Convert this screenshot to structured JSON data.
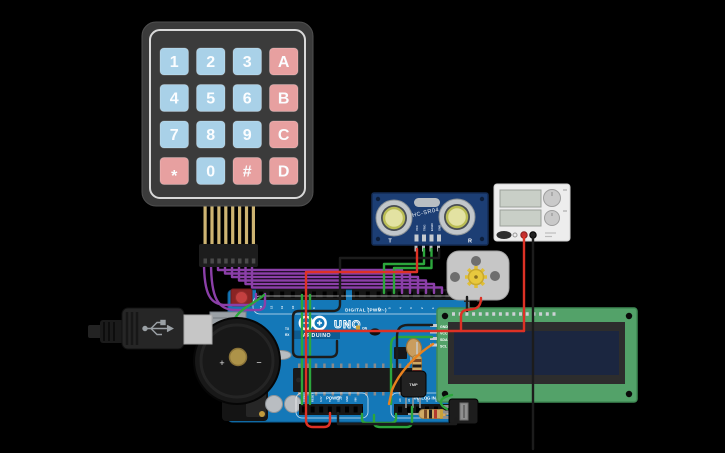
{
  "keypad": {
    "keys": [
      "1",
      "2",
      "3",
      "A",
      "4",
      "5",
      "6",
      "B",
      "7",
      "8",
      "9",
      "C",
      "*",
      "0",
      "#",
      "D"
    ]
  },
  "arduino": {
    "digital_section_label": "DIGITAL (PWM~)",
    "brand": "UNO",
    "logo_text": "ARDUINO",
    "tx": "TX",
    "rx": "RX",
    "on_label": "ON",
    "power_section_label": "POWER",
    "analog_section_label": "ANALOG IN",
    "digital_pins": [
      "13",
      "12",
      "11",
      "10",
      "9",
      "8",
      "7",
      "6",
      "5",
      "4",
      "3",
      "2",
      "1",
      "0"
    ],
    "power_pins": [
      "IOREF",
      "RESET",
      "3.3V",
      "5V",
      "GND",
      "GND",
      "VIN"
    ],
    "analog_pins": [
      "A0",
      "A1",
      "A2",
      "A3",
      "A4",
      "A5"
    ]
  },
  "ultrasonic": {
    "label": "HC-SR04",
    "pins": [
      "VCC",
      "TRIG",
      "ECHO",
      "GND"
    ],
    "transmitter_label": "T",
    "receiver_label": "R"
  },
  "lcd": {
    "pins": [
      "GND",
      "VCC",
      "SDA",
      "SCL"
    ]
  },
  "tmp_sensor": {
    "label": "TMP"
  },
  "buzzer": {
    "positive": "+",
    "negative": "−"
  },
  "colors": {
    "background": "#000000",
    "arduino_blue": "#1478b8",
    "lcd_green": "#53a269",
    "lcd_screen": "#1b2640",
    "sensor_navy": "#1c3e74",
    "keypad_body": "#3b3b3b",
    "keypad_key_blue": "#a9d1e8",
    "keypad_key_pink": "#e7a0a0",
    "wire_purple": "#8b3fa8",
    "wire_green": "#2ca63c",
    "wire_red": "#dd3125",
    "wire_black": "#1c1c1c",
    "wire_orange": "#e8821e"
  }
}
